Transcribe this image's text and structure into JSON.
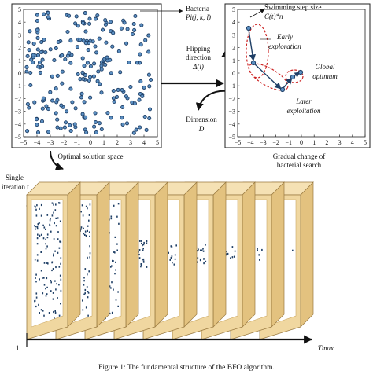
{
  "left_plot": {
    "x_ticks": [
      "−5",
      "−4",
      "−3",
      "−2",
      "−1",
      "0",
      "1",
      "2",
      "3",
      "4",
      "5"
    ],
    "y_ticks": [
      "5",
      "4",
      "3",
      "2",
      "1",
      "0",
      "−1",
      "−2",
      "−3",
      "−4",
      "−5"
    ],
    "caption": "Optimal solution space"
  },
  "right_plot": {
    "x_ticks": [
      "−5",
      "−4",
      "−3",
      "−2",
      "−1",
      "0",
      "1",
      "2",
      "3",
      "4",
      "5"
    ],
    "y_ticks": [
      "5",
      "4",
      "3",
      "2",
      "1",
      "0",
      "−1",
      "−2",
      "−3",
      "−4",
      "−5"
    ],
    "caption_line1": "Gradual change of",
    "caption_line2": "bacterial search",
    "swimming_label": "Swimming step size",
    "swimming_formula": "C(t)*n",
    "early_line1": "Early",
    "early_line2": "exploration",
    "global_line1": "Global",
    "global_line2": "optimum",
    "later_line1": "Later",
    "later_line2": "exploitation"
  },
  "middle_labels": {
    "bacteria_line1": "Bacteria",
    "bacteria_line2": "Pi(j, k, l)",
    "flipping_line1": "Flipping",
    "flipping_line2": "direction",
    "flipping_line3": "Δ(i)",
    "dimension_line1": "Dimension",
    "dimension_line2": "D"
  },
  "iteration": {
    "single_line1": "Single",
    "single_line2": "iteration t",
    "start_label": "1",
    "end_label": "Tmax",
    "frame_count": 9
  },
  "figure_caption": "Figure 1: The fundamental structure of the BFO algorithm.",
  "colors": {
    "dot_stroke": "#1f3f66",
    "dot_fill": "#5b8fc2",
    "highlight_red": "#cc2222",
    "arrow_blue": "#1f3f66",
    "frame_wood": "#f0d7a0",
    "frame_edge": "#9a7a40"
  }
}
